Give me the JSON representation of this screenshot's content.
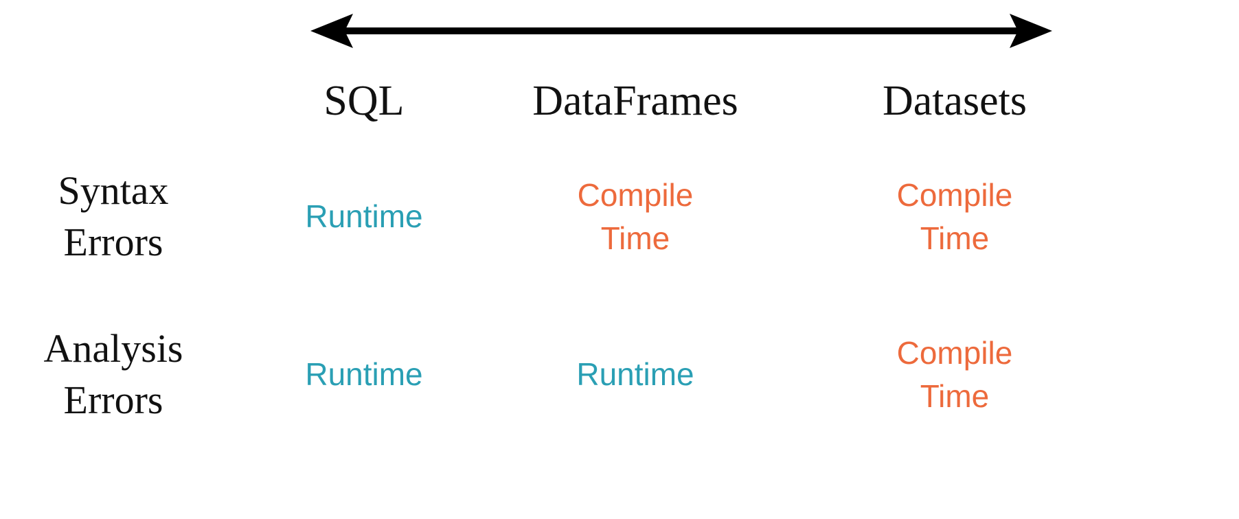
{
  "table": {
    "columns": [
      "SQL",
      "DataFrames",
      "Datasets"
    ],
    "rows": [
      {
        "label": "Syntax\nErrors",
        "cells": [
          "Runtime",
          "Compile\nTime",
          "Compile\nTime"
        ]
      },
      {
        "label": "Analysis\nErrors",
        "cells": [
          "Runtime",
          "Runtime",
          "Compile\nTime"
        ]
      }
    ]
  },
  "chart_data": {
    "type": "table",
    "columns": [
      "SQL",
      "DataFrames",
      "Datasets"
    ],
    "row_labels": [
      "Syntax Errors",
      "Analysis Errors"
    ],
    "values": [
      [
        "Runtime",
        "Compile Time",
        "Compile Time"
      ],
      [
        "Runtime",
        "Runtime",
        "Compile Time"
      ]
    ],
    "title": "",
    "annotations": [
      "double-headed arrow spanning SQL to Datasets columns"
    ]
  },
  "colors": {
    "runtime_text": "#2A9FB4",
    "compile_text": "#ED6A3C",
    "header_text": "#111111",
    "arrow": "#000000",
    "background": "#FFFFFF"
  }
}
